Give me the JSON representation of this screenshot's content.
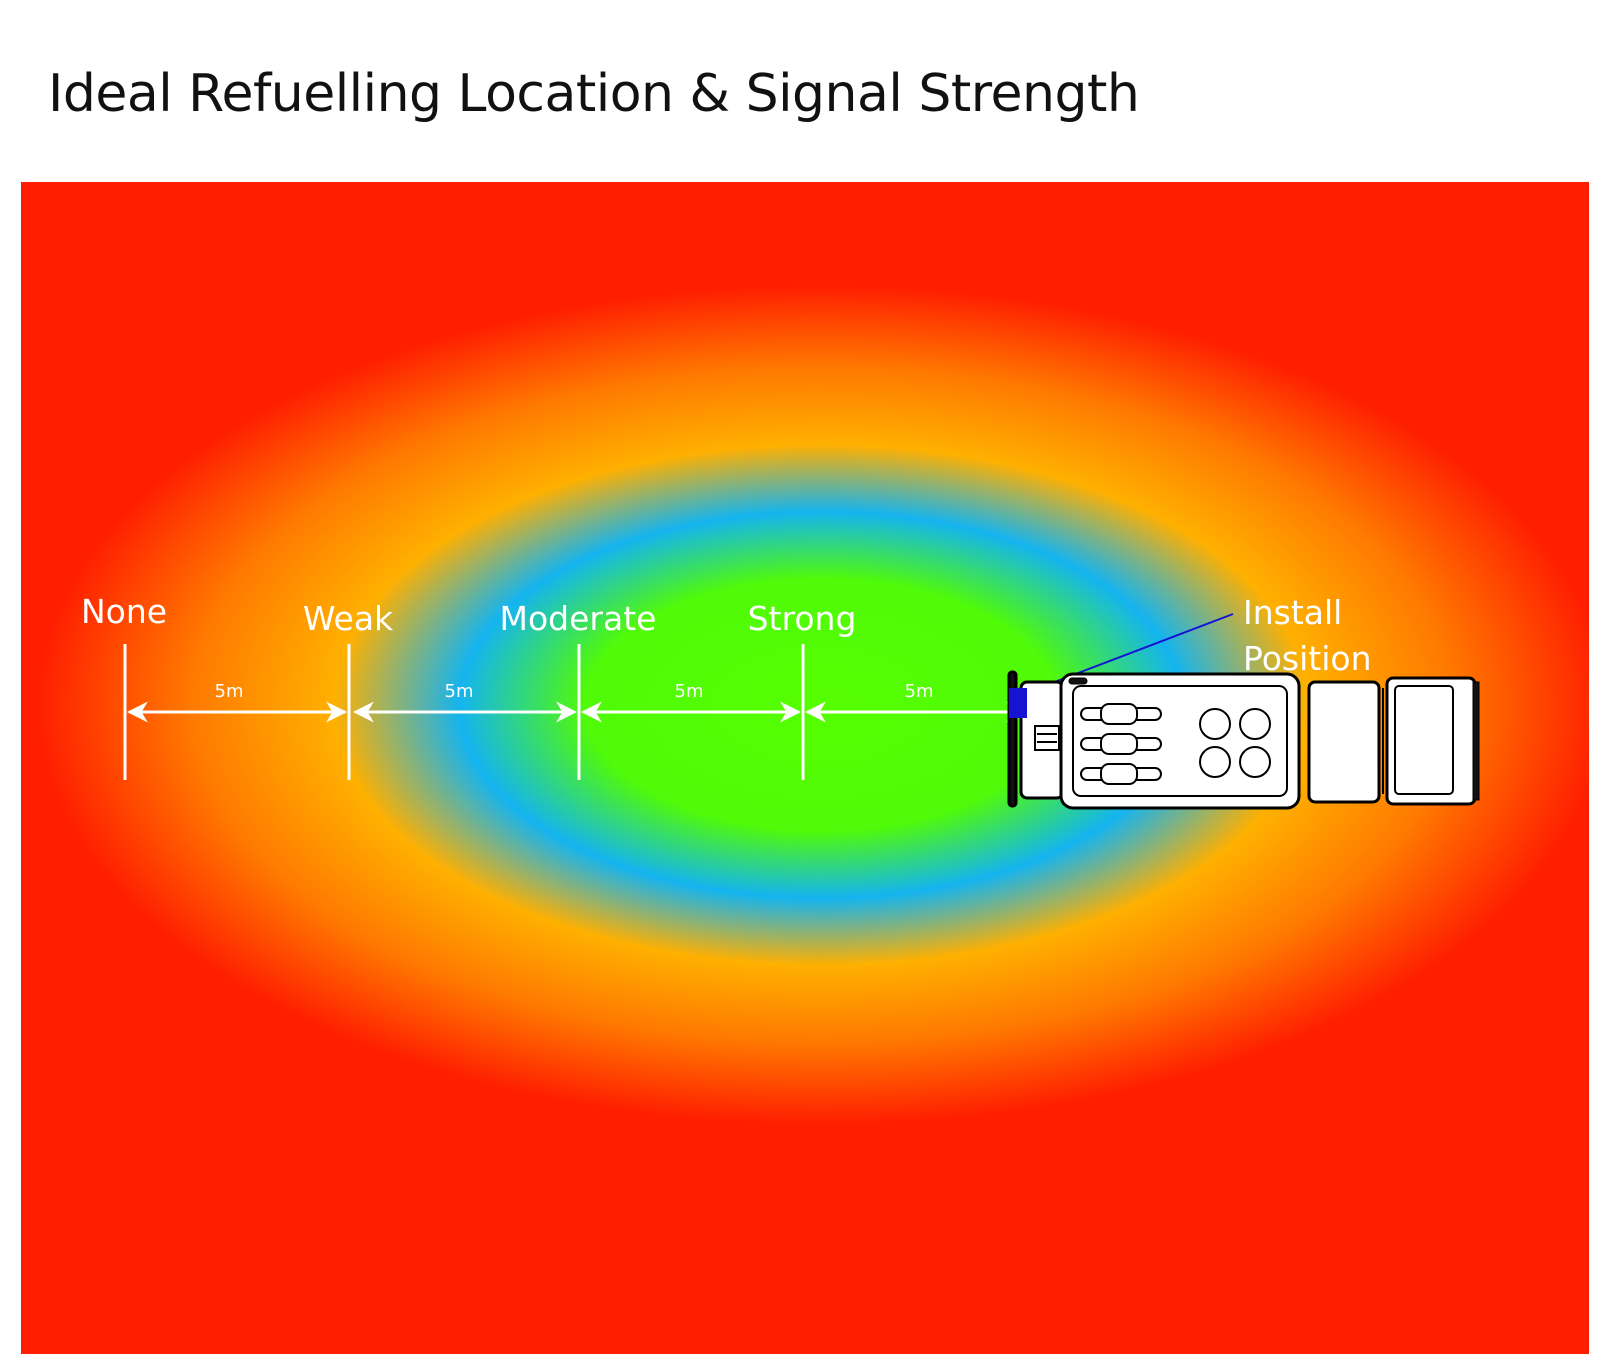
{
  "title": "Ideal Refuelling Location & Signal Strength",
  "zones": [
    {
      "label": "None"
    },
    {
      "label": "Weak"
    },
    {
      "label": "Moderate"
    },
    {
      "label": "Strong"
    }
  ],
  "distance_label": "5m",
  "install_label": {
    "line1": "Install",
    "line2": "Position"
  },
  "colors": {
    "none": "#ff1e00",
    "weak": "#ffb000",
    "moderate": "#14b4f0",
    "strong": "#55ff00",
    "marker": "#1414d2",
    "text": "#ffffff"
  }
}
